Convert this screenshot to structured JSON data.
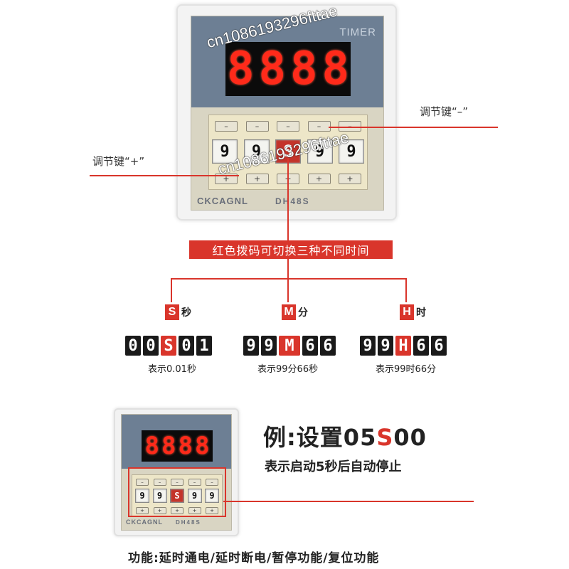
{
  "device_top": {
    "timer_label": "TIMER",
    "display_digits": [
      "8",
      "8",
      "8",
      "8"
    ],
    "minus_keys": [
      "–",
      "–",
      "–",
      "–",
      "–"
    ],
    "dials": [
      "9",
      "9",
      "S",
      "9",
      "9"
    ],
    "plus_keys": [
      "+",
      "+",
      "+",
      "+",
      "+"
    ],
    "brand": "CKCAGNL",
    "model": "DH48S"
  },
  "callouts": {
    "minus_key": "调节键“–”",
    "plus_key": "调节键“+”"
  },
  "banner": "红色拨码可切换三种不同时间",
  "modes": [
    {
      "letter": "S",
      "unit": "秒",
      "tiles": [
        "0",
        "0",
        "S",
        "0",
        "1"
      ],
      "caption": "表示0.01秒"
    },
    {
      "letter": "M",
      "unit": "分",
      "tiles": [
        "9",
        "9",
        "M",
        "6",
        "6"
      ],
      "caption": "表示99分66秒"
    },
    {
      "letter": "H",
      "unit": "时",
      "tiles": [
        "9",
        "9",
        "H",
        "6",
        "6"
      ],
      "caption": "表示99时66分"
    }
  ],
  "device_bottom": {
    "display_digits": [
      "8",
      "8",
      "8",
      "8"
    ],
    "dials": [
      "9",
      "9",
      "S",
      "9",
      "9"
    ],
    "brand": "CKCAGNL",
    "model": "DH48S"
  },
  "example": {
    "prefix": "例:设置05",
    "highlight": "S",
    "suffix": "00",
    "subtitle": "表示启动5秒后自动停止"
  },
  "functions": "功能:延时通电/延时断电/暂停功能/复位功能",
  "watermark": "cn1086193296fttae",
  "colors": {
    "accent": "#d9352b",
    "display": "#ff2a1a",
    "panel": "#6d7f94"
  }
}
